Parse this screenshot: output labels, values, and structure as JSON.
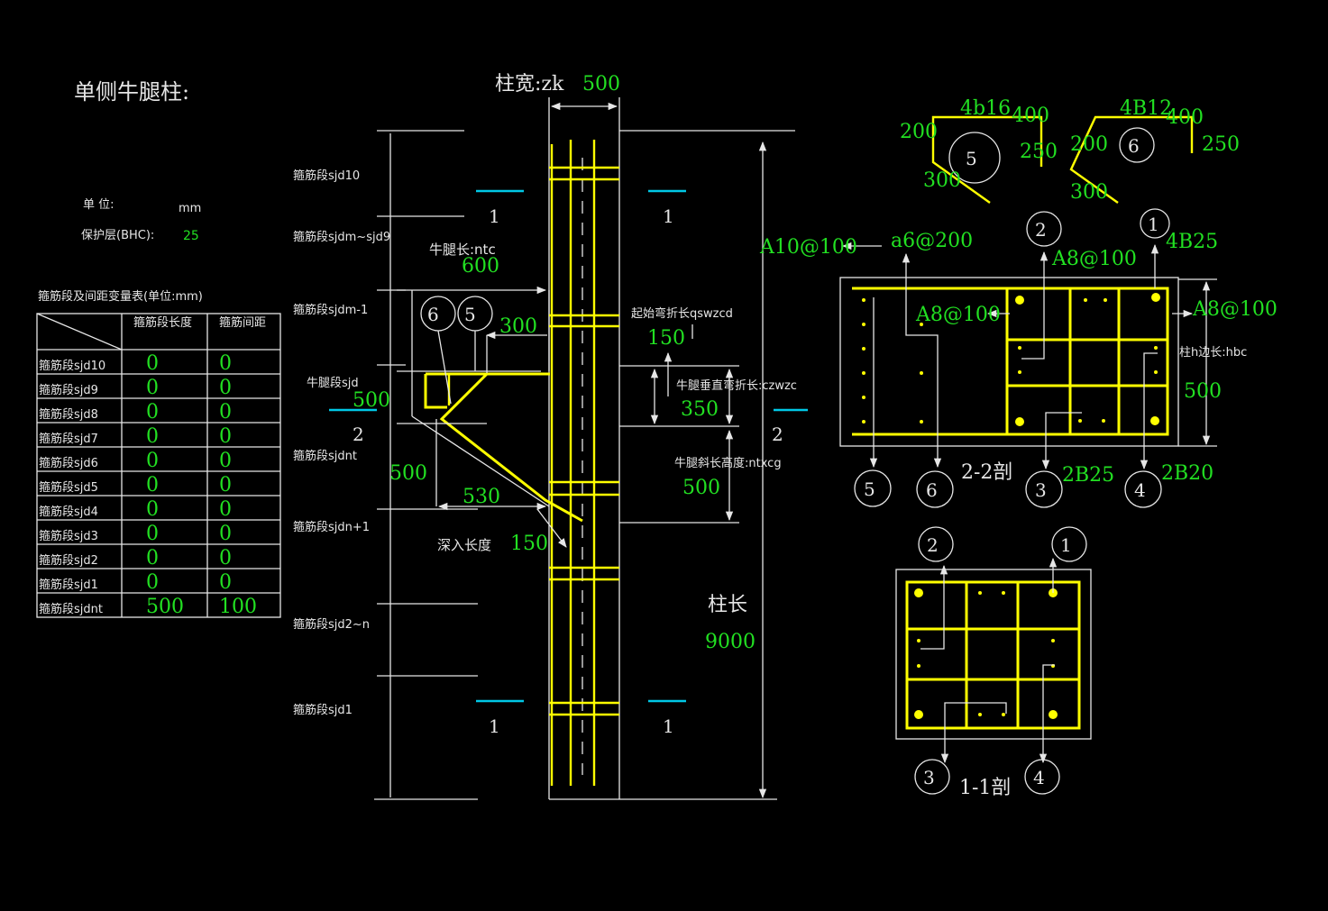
{
  "title": "单侧牛腿柱:",
  "unit": {
    "label": "单 位:",
    "value": "mm"
  },
  "cover": {
    "label": "保护层(BHC):",
    "value": "25"
  },
  "table": {
    "caption": "箍筋段及间距变量表(单位:mm)",
    "headers": [
      "箍筋段长度",
      "箍筋间距"
    ],
    "rows": [
      {
        "name": "箍筋段sjd10",
        "length": "0",
        "spacing": "0"
      },
      {
        "name": "箍筋段sjd9",
        "length": "0",
        "spacing": "0"
      },
      {
        "name": "箍筋段sjd8",
        "length": "0",
        "spacing": "0"
      },
      {
        "name": "箍筋段sjd7",
        "length": "0",
        "spacing": "0"
      },
      {
        "name": "箍筋段sjd6",
        "length": "0",
        "spacing": "0"
      },
      {
        "name": "箍筋段sjd5",
        "length": "0",
        "spacing": "0"
      },
      {
        "name": "箍筋段sjd4",
        "length": "0",
        "spacing": "0"
      },
      {
        "name": "箍筋段sjd3",
        "length": "0",
        "spacing": "0"
      },
      {
        "name": "箍筋段sjd2",
        "length": "0",
        "spacing": "0"
      },
      {
        "name": "箍筋段sjd1",
        "length": "0",
        "spacing": "0"
      },
      {
        "name": "箍筋段sjdnt",
        "length": "500",
        "spacing": "100"
      }
    ]
  },
  "column_width": {
    "label": "柱宽:zk",
    "value": "500"
  },
  "segments": [
    "箍筋段sjd10",
    "箍筋段sjdm~sjd9",
    "箍筋段sjdm-1",
    "牛腿段sjd",
    "箍筋段sjdnt",
    "箍筋段sjdn+1",
    "箍筋段sjd2~n",
    "箍筋段sjd1"
  ],
  "corbel_length": {
    "label": "牛腿长:ntc",
    "value": "600"
  },
  "corbel_seg_value": "500",
  "corbel_height_left": "500",
  "dim_300": "300",
  "dim_530": "530",
  "embed": {
    "label": "深入长度",
    "value": "150"
  },
  "start_bend": {
    "label": "起始弯折长qswzcd",
    "value": "150"
  },
  "vertical_bend": {
    "label": "牛腿垂直弯折长:czwzc",
    "value": "350"
  },
  "slope_height": {
    "label": "牛腿斜长高度:ntxcg",
    "value": "500"
  },
  "column_length": {
    "label": "柱长",
    "value": "9000"
  },
  "section_marks": {
    "one": "1",
    "two": "2"
  },
  "callouts": [
    "1",
    "2",
    "3",
    "4",
    "5",
    "6"
  ],
  "bars": {
    "b5": {
      "top": "4b16",
      "left": "200",
      "right": "400",
      "drop": "250",
      "diag": "300"
    },
    "b6": {
      "top": "4B12",
      "left": "200",
      "right": "400",
      "drop": "250",
      "diag": "300"
    }
  },
  "section22": {
    "title": "2-2剖",
    "stirrup_a10": "A10@100",
    "stirrup_a6": "a6@200",
    "stirrup_a8_top": "A8@100",
    "stirrup_a8_mid": "A8@100",
    "stirrup_a8_right": "A8@100",
    "main_4b25": "4B25",
    "bar_3": "2B25",
    "bar_4": "2B20",
    "side_label": "柱h边长:hbc",
    "side_value": "500"
  },
  "section11": {
    "title": "1-1剖"
  },
  "colors": {
    "background": "#000000",
    "line": "#e6e6e6",
    "rebar": "#ffff00",
    "value": "#22e022",
    "section": "#00c8e6"
  }
}
